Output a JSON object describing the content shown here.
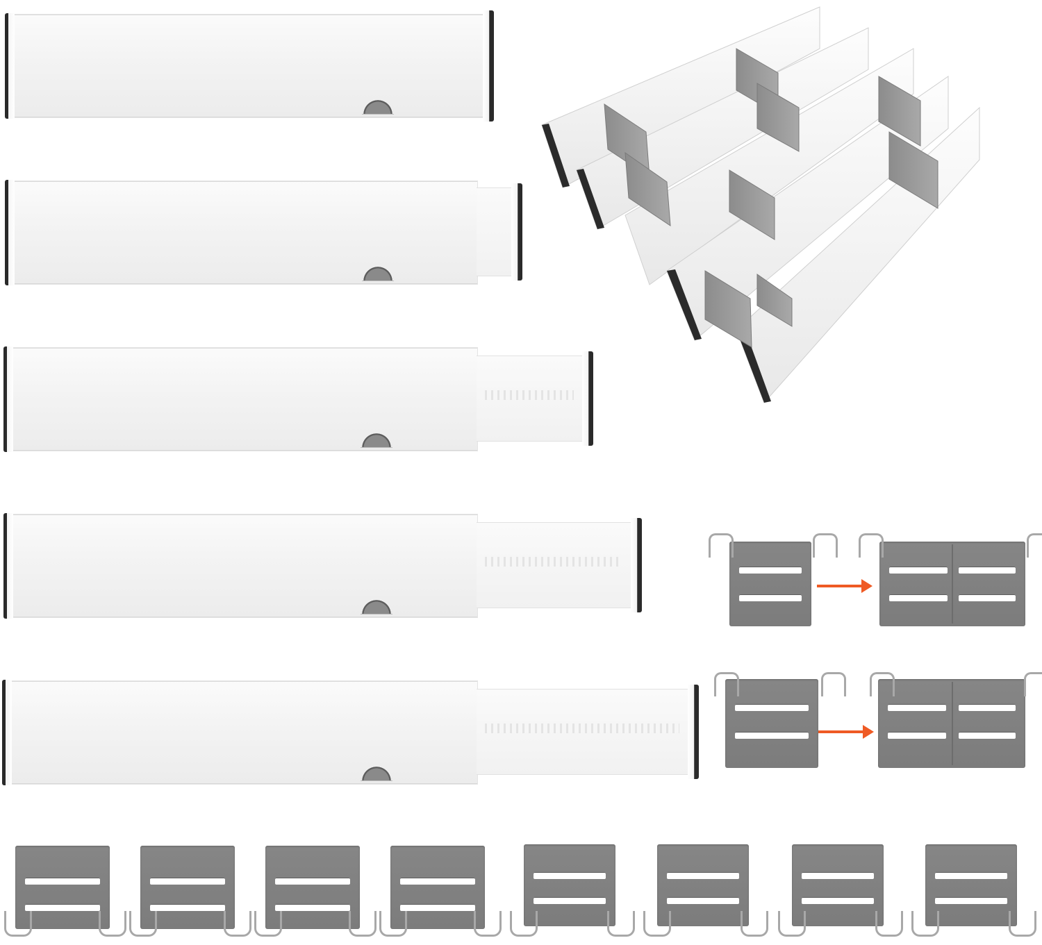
{
  "scene": {
    "subject": "expandable-drawer-divider-set",
    "background_color": "#ffffff"
  },
  "colors": {
    "divider_white": "#f3f3f3",
    "endcap_black": "#2a2a2a",
    "clip_grey": "#808080",
    "arrow_orange": "#ef5a24"
  },
  "divider_extensions": [
    0,
    0.3,
    0.5,
    0.7,
    1.0
  ],
  "clip_row_count": 8,
  "clip_steps": [
    {
      "from": "single-clip",
      "to": "double-clip"
    },
    {
      "from": "single-clip",
      "to": "double-clip"
    }
  ]
}
